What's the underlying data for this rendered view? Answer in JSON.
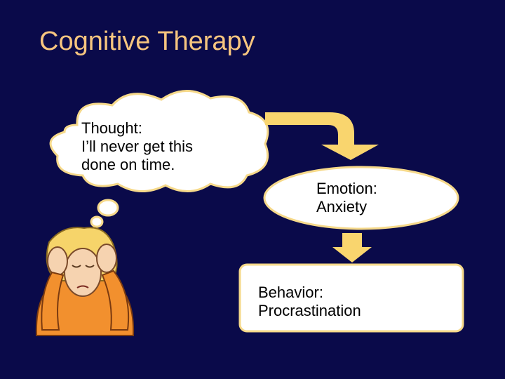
{
  "slide": {
    "title": "Cognitive Therapy",
    "thought": {
      "lines": [
        "Thought:",
        "I’ll never get this",
        "done on time."
      ]
    },
    "emotion": {
      "lines": [
        "Emotion:",
        "Anxiety"
      ]
    },
    "behavior": {
      "lines": [
        "Behavior:",
        "Procrastination"
      ]
    }
  },
  "colors": {
    "background": "#0a0a4a",
    "title": "#f6c57f",
    "shape_fill": "#ffffff",
    "shape_border": "#f6d98a",
    "arrow": "#f9d56e"
  },
  "illustration": {
    "icon": "stressed-person-icon"
  }
}
